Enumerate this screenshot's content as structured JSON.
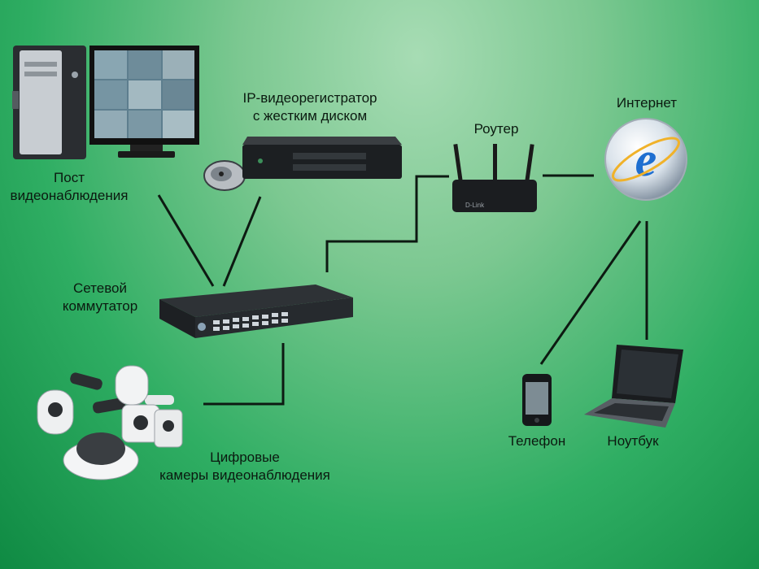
{
  "labels": {
    "workstation": [
      "Пост",
      "видеонаблюдения"
    ],
    "nvr": [
      "IP-видеорегистратор",
      "с жестким диском"
    ],
    "router": "Роутер",
    "internet": "Интернет",
    "switch": [
      "Сетевой",
      "коммутатор"
    ],
    "cameras": [
      "Цифровые",
      "камеры видеонаблюдения"
    ],
    "phone": "Телефон",
    "laptop": "Ноутбук"
  },
  "icons": {
    "workstation": "pc-tower-icon",
    "monitor": "cctv-monitor-icon",
    "hdd": "hard-disk-icon",
    "nvr": "nvr-recorder-icon",
    "router": "wifi-router-icon",
    "internet": "internet-explorer-globe-icon",
    "switch": "network-switch-icon",
    "cameras": "ip-cameras-icon",
    "phone": "smartphone-icon",
    "laptop": "laptop-icon"
  },
  "router_brand": "D-Link",
  "globe_letter": "e",
  "colors": {
    "background": "#2fae63",
    "lines": "#0d1a12",
    "devices": "#1c1f22"
  }
}
